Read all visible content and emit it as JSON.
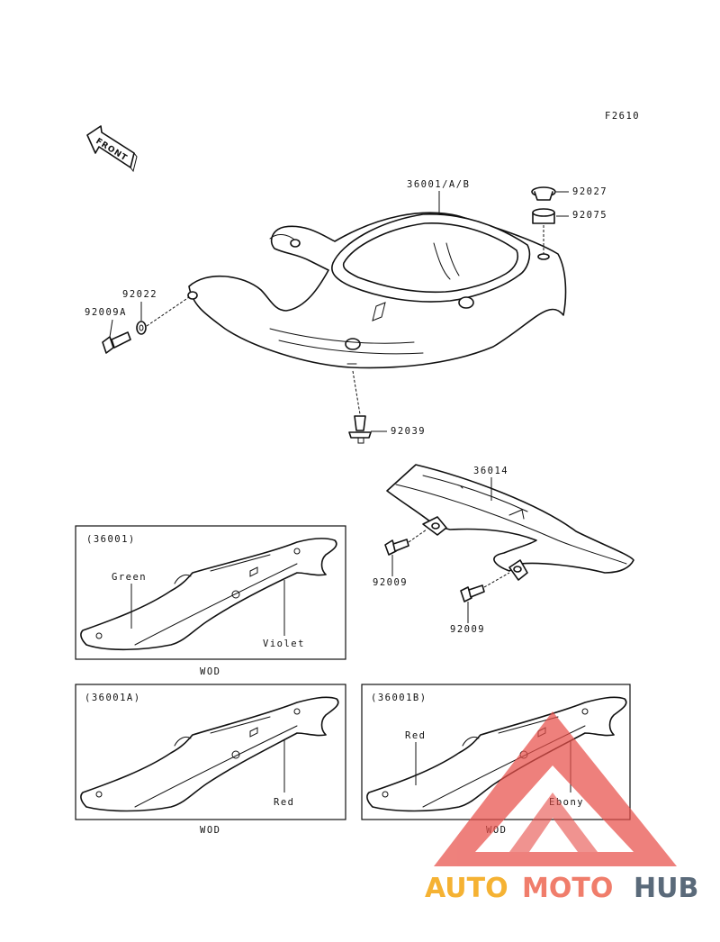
{
  "diagram_code": "F2610",
  "front_label": "FRONT",
  "parts": {
    "tail_cover": "36001/A/B",
    "cap": "92027",
    "damper": "92075",
    "washer": "92022",
    "bolt_a": "92009A",
    "clip": "92039",
    "fender": "36014",
    "bolt_1": "92009",
    "bolt_2": "92009"
  },
  "variants": [
    {
      "code": "(36001)",
      "labels": [
        "Green",
        "Violet"
      ],
      "caption": "WOD"
    },
    {
      "code": "(36001A)",
      "labels": [
        "Red"
      ],
      "caption": "WOD"
    },
    {
      "code": "(36001B)",
      "labels": [
        "Red",
        "Ebony"
      ],
      "caption": "WOD"
    }
  ],
  "watermark": {
    "part1": "AUTO",
    "part2": "MOTO",
    "part3": "HUB",
    "colors": {
      "auto": "#f5b233",
      "moto": "#f07d6b",
      "hub": "#5a6a7a",
      "triangle": "#e8504a"
    }
  }
}
